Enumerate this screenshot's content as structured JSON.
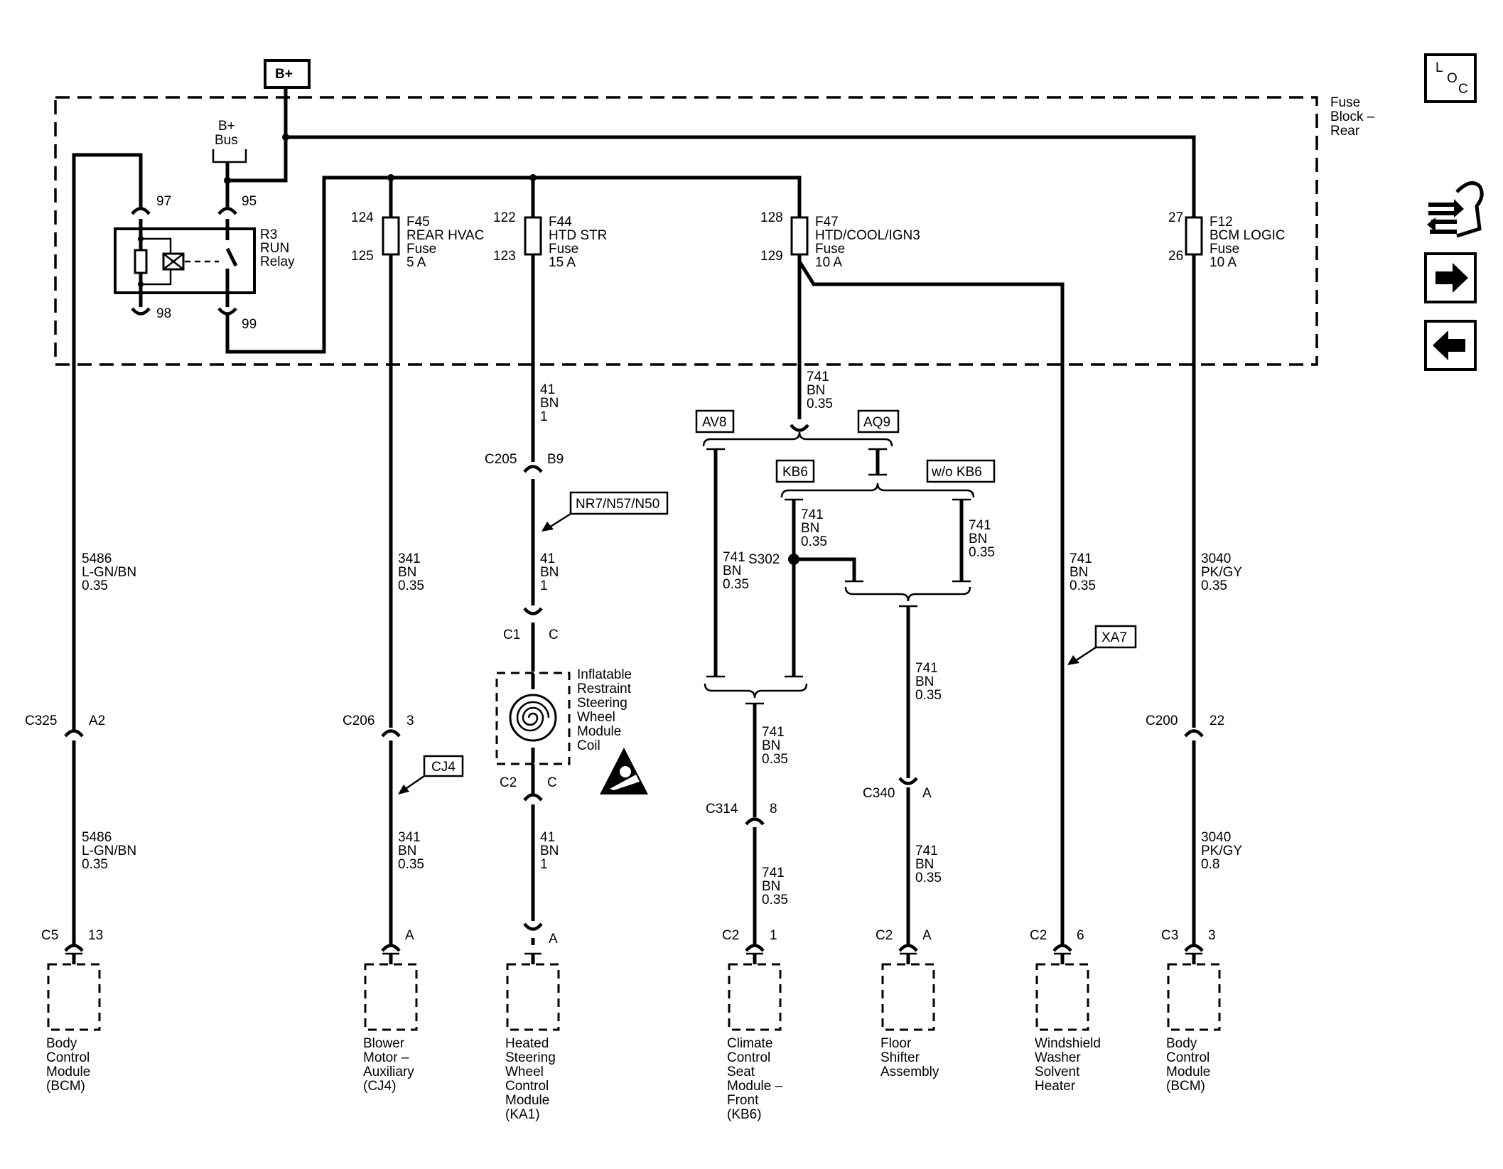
{
  "supply": {
    "bplus": "B+",
    "bus_1": "B+",
    "bus_2": "Bus"
  },
  "fuse_block": {
    "name_1": "Fuse",
    "name_2": "Block –",
    "name_3": "Rear"
  },
  "relay": {
    "pin_97": "97",
    "pin_95": "95",
    "pin_98": "98",
    "pin_99": "99",
    "name_1": "R3",
    "name_2": "RUN",
    "name_3": "Relay"
  },
  "fuses": [
    {
      "in": "124",
      "out": "125",
      "lines": [
        "F45",
        "REAR HVAC",
        "Fuse",
        "5 A"
      ]
    },
    {
      "in": "122",
      "out": "123",
      "lines": [
        "F44",
        "HTD STR",
        "Fuse",
        "15 A"
      ]
    },
    {
      "in": "128",
      "out": "129",
      "lines": [
        "F47",
        "HTD/COOL/IGN3",
        "Fuse",
        "10 A"
      ]
    },
    {
      "in": "27",
      "out": "26",
      "lines": [
        "F12",
        "BCM LOGIC",
        "Fuse",
        "10 A"
      ]
    }
  ],
  "wires": [
    {
      "circuit": "5486",
      "color": "L-GN/BN",
      "size": "0.35"
    },
    {
      "circuit": "5486",
      "color": "L-GN/BN",
      "size": "0.35"
    },
    {
      "circuit": "341",
      "color": "BN",
      "size": "0.35"
    },
    {
      "circuit": "341",
      "color": "BN",
      "size": "0.35"
    },
    {
      "circuit": "41",
      "color": "BN",
      "size": "1"
    },
    {
      "circuit": "41",
      "color": "BN",
      "size": "1"
    },
    {
      "circuit": "41",
      "color": "BN",
      "size": "1"
    },
    {
      "circuit": "741",
      "color": "BN",
      "size": "0.35"
    },
    {
      "circuit": "741",
      "color": "BN",
      "size": "0.35"
    },
    {
      "circuit": "741",
      "color": "BN",
      "size": "0.35"
    },
    {
      "circuit": "741",
      "color": "BN",
      "size": "0.35"
    },
    {
      "circuit": "741",
      "color": "BN",
      "size": "0.35"
    },
    {
      "circuit": "741",
      "color": "BN",
      "size": "0.35"
    },
    {
      "circuit": "741",
      "color": "BN",
      "size": "0.35"
    },
    {
      "circuit": "741",
      "color": "BN",
      "size": "0.35"
    },
    {
      "circuit": "741",
      "color": "BN",
      "size": "0.35"
    },
    {
      "circuit": "741",
      "color": "BN",
      "size": "0.35"
    },
    {
      "circuit": "3040",
      "color": "PK/GY",
      "size": "0.35"
    },
    {
      "circuit": "3040",
      "color": "PK/GY",
      "size": "0.8"
    }
  ],
  "option_tags": {
    "av8": "AV8",
    "aq9": "AQ9",
    "kb6": "KB6",
    "wo_kb6": "w/o KB6",
    "nr7": "NR7/N57/N50",
    "cj4": "CJ4",
    "xa7": "XA7"
  },
  "connectors": {
    "c325": "C325",
    "c325_pin": "A2",
    "c206": "C206",
    "c206_pin": "3",
    "c205": "C205",
    "c205_pin": "B9",
    "c1": "C1",
    "c1_pin": "C",
    "c2": "C2",
    "c2_pin": "C",
    "c314": "C314",
    "c314_pin": "8",
    "c340": "C340",
    "c340_pin": "A",
    "c200": "C200",
    "c200_pin": "22",
    "splice": "S302"
  },
  "coil": {
    "lines": [
      "Inflatable",
      "Restraint",
      "Steering",
      "Wheel",
      "Module",
      "Coil"
    ]
  },
  "modules": [
    {
      "conn": "C5",
      "pin": "13",
      "lines": [
        "Body",
        "Control",
        "Module",
        "(BCM)"
      ]
    },
    {
      "conn": "",
      "pin": "A",
      "lines": [
        "Blower",
        "Motor –",
        "Auxiliary",
        "(CJ4)"
      ]
    },
    {
      "conn": "",
      "pin": "A",
      "lines": [
        "Heated",
        "Steering",
        "Wheel",
        "Control",
        "Module",
        "(KA1)"
      ]
    },
    {
      "conn": "C2",
      "pin": "1",
      "lines": [
        "Climate",
        "Control",
        "Seat",
        "Module –",
        "Front",
        "(KB6)"
      ]
    },
    {
      "conn": "C2",
      "pin": "A",
      "lines": [
        "Floor",
        "Shifter",
        "Assembly"
      ]
    },
    {
      "conn": "C2",
      "pin": "6",
      "lines": [
        "Windshield",
        "Washer",
        "Solvent",
        "Heater"
      ]
    },
    {
      "conn": "C3",
      "pin": "3",
      "lines": [
        "Body",
        "Control",
        "Module",
        "(BCM)"
      ]
    }
  ],
  "nav": {
    "loc_1": "L",
    "loc_2": "O",
    "loc_3": "C"
  }
}
